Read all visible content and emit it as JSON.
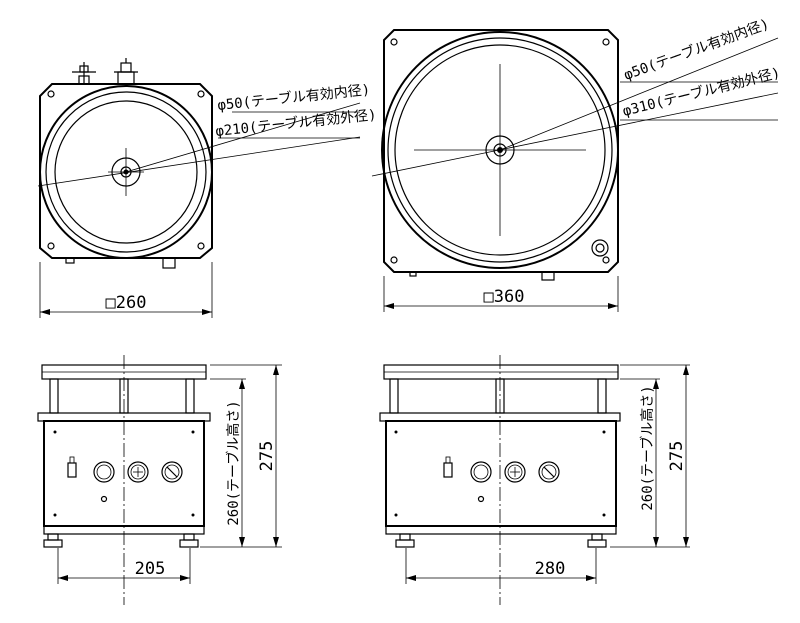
{
  "views": {
    "small_top": {
      "dims": {
        "width": "□260"
      },
      "labels": {
        "inner": "φ50(テーブル有効内径)",
        "outer": "φ210(テーブル有効外径)"
      }
    },
    "large_top": {
      "dims": {
        "width": "□360"
      },
      "labels": {
        "inner": "φ50(テーブル有効内径)",
        "outer": "φ310(テーブル有効外径)"
      }
    },
    "small_front": {
      "dims": {
        "foot_span": "205",
        "table_height": "260(テーブル高さ)",
        "total_height": "275"
      }
    },
    "large_front": {
      "dims": {
        "foot_span": "280",
        "table_height": "260(テーブル高さ)",
        "total_height": "275"
      }
    }
  }
}
